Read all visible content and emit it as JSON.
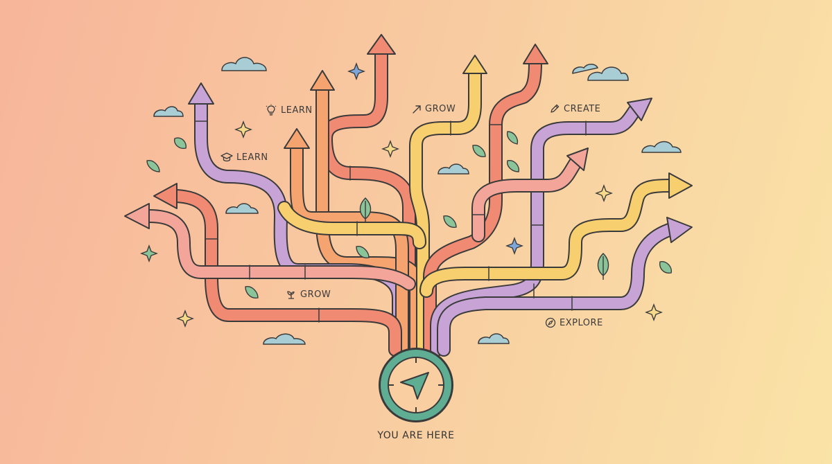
{
  "labels": {
    "learn_top": "LEARN",
    "learn_left": "LEARN",
    "grow_top": "GROW",
    "grow_bottom": "GROW",
    "create": "CREATE",
    "explore": "EXPLORE",
    "you_are_here": "YOU ARE HERE"
  },
  "icons": {
    "learn_top": "lightbulb-icon",
    "learn_left": "graduation-cap-icon",
    "grow_top": "trend-arrow-icon",
    "grow_bottom": "sprout-icon",
    "create": "pencil-icon",
    "explore": "compass-icon",
    "center": "compass-navigation-icon"
  },
  "colors": {
    "coral": "#f08a72",
    "orange": "#f6a46f",
    "yellow": "#f7cf6e",
    "purple": "#c7a3d6",
    "pink": "#f3a59a",
    "teal": "#5fae93",
    "leaf": "#8cc49a",
    "sparkle": "#f7d98a",
    "star_blue": "#7fa6d9",
    "cloud": "#a9cdd5",
    "outline": "#3a3a3a"
  }
}
